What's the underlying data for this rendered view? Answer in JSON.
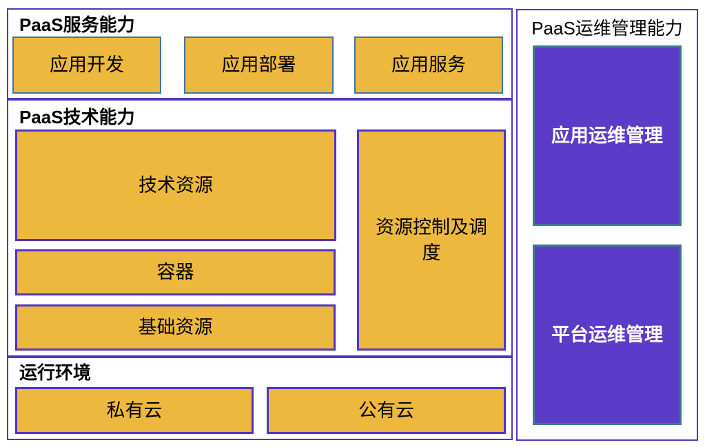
{
  "colors": {
    "orange_fill": "#ECB93E",
    "blue_box_border": "#3E73A8",
    "purple_border": "#5433C1",
    "purple_fill": "#5B3CC8",
    "teal_box_border": "#3F7A8E",
    "title_text": "#000000",
    "purple_box_text": "#ffffff"
  },
  "sections": {
    "services": {
      "title": "PaaS服务能力",
      "boxes": [
        {
          "label": "应用开发"
        },
        {
          "label": "应用部署"
        },
        {
          "label": "应用服务"
        }
      ]
    },
    "technical": {
      "title": "PaaS技术能力",
      "boxes": {
        "tech_resource": "技术资源",
        "container": "容器",
        "base_resource": "基础资源",
        "resource_control": "资源控制及调\n度"
      }
    },
    "runtime": {
      "title": "运行环境",
      "boxes": [
        {
          "label": "私有云"
        },
        {
          "label": "公有云"
        }
      ]
    },
    "ops": {
      "title": "PaaS运维管理能力",
      "boxes": [
        {
          "label": "应用运维管理"
        },
        {
          "label": "平台运维管理"
        }
      ]
    }
  }
}
